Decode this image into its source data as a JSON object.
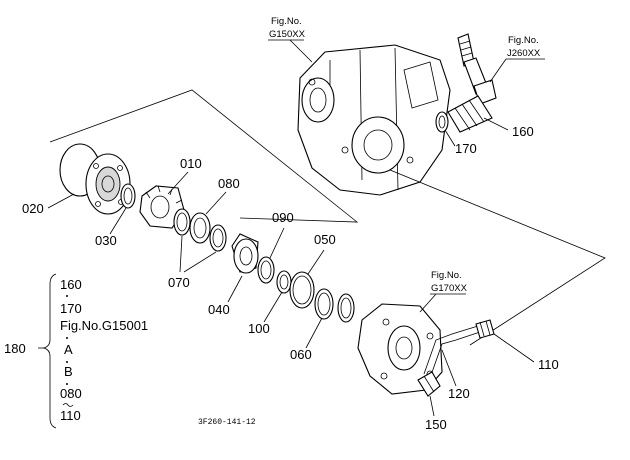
{
  "references": {
    "g150": {
      "line1": "Fig.No.",
      "line2": "G150XX"
    },
    "j260": {
      "line1": "Fig.No.",
      "line2": "J260XX"
    },
    "g170": {
      "line1": "Fig.No.",
      "line2": "G170XX"
    }
  },
  "callouts": {
    "p010": "010",
    "p020": "020",
    "p030": "030",
    "p040": "040",
    "p050": "050",
    "p060": "060",
    "p070": "070",
    "p080": "080",
    "p090": "090",
    "p100": "100",
    "p110": "110",
    "p120": "120",
    "p150": "150",
    "p160": "160",
    "p170": "170"
  },
  "assembly_list": {
    "label": "180",
    "items": [
      "160",
      "170",
      "Fig.No.G15001",
      "A",
      "B",
      "080",
      "110"
    ]
  },
  "drawing_code": "3F260-141-12"
}
